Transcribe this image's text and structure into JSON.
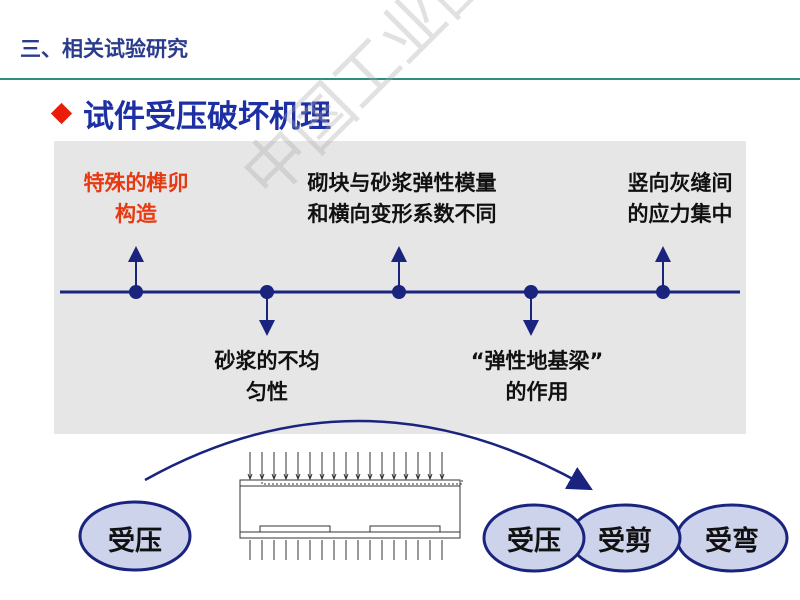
{
  "section_title": "三、相关试验研究",
  "heading": "试件受压破坏机理",
  "factors": {
    "above": [
      {
        "lines": [
          "特殊的榫卯",
          "构造"
        ],
        "color": "#e53a12"
      },
      {
        "lines": [
          "砌块与砂浆弹性模量",
          "和横向变形系数不同"
        ],
        "color": "#111111"
      },
      {
        "lines": [
          "竖向灰缝间",
          "的应力集中"
        ],
        "color": "#111111"
      }
    ],
    "below": [
      {
        "lines": [
          "砂浆的不均",
          "匀性"
        ],
        "color": "#111111"
      },
      {
        "lines": [
          "“弹性地基梁”",
          "的作用"
        ],
        "color": "#111111"
      }
    ]
  },
  "states": {
    "left": "受压",
    "right": [
      "受压",
      "受剪",
      "受弯"
    ]
  },
  "watermark": "中国工业围层网",
  "colors": {
    "title": "#2b3c8c",
    "heading": "#1c2fa4",
    "bullet": "#e81d0b",
    "timeline": "#1a237e",
    "oval_fill": "#ccd3ea",
    "oval_stroke": "#1a237e"
  }
}
